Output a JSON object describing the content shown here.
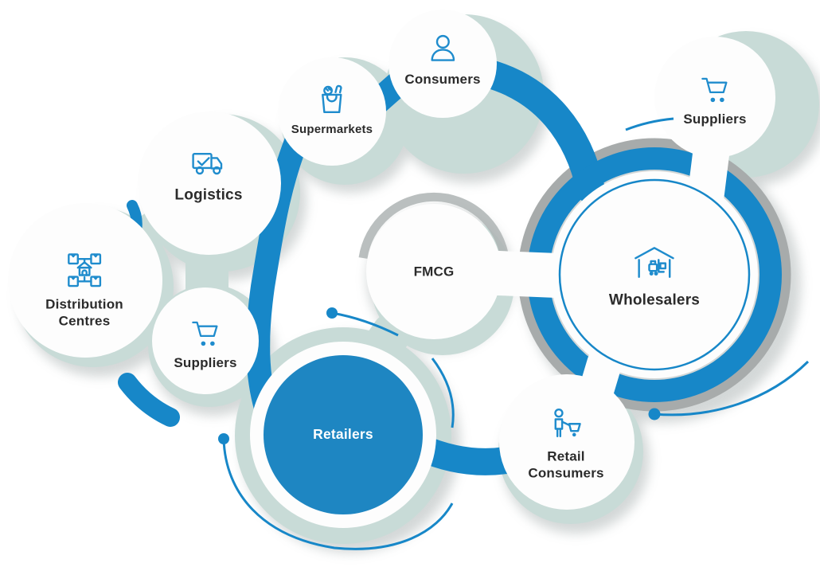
{
  "title": "FMCG supply chain network diagram",
  "colors": {
    "accent_blue": "#1787c8",
    "icon_blue": "#1f8ccd",
    "retailers_fill": "#1e86c2",
    "sage": "#c8dbd7",
    "ring_gray": "#a7abab",
    "text_dark": "#2b2b2b",
    "node_fill": "#fdfdfd",
    "background": "#ffffff"
  },
  "diagram": {
    "nodes": [
      {
        "id": "consumers",
        "label": "Consumers",
        "icon": "user-icon"
      },
      {
        "id": "supermarkets",
        "label": "Supermarkets",
        "icon": "shopping-bag-icon"
      },
      {
        "id": "logistics",
        "label": "Logistics",
        "icon": "delivery-truck-icon"
      },
      {
        "id": "distribution-centres",
        "label": "Distribution\nCentres",
        "icon": "distribution-network-icon"
      },
      {
        "id": "suppliers-left",
        "label": "Suppliers",
        "icon": "shopping-cart-icon"
      },
      {
        "id": "fmcg",
        "label": "FMCG",
        "icon": null
      },
      {
        "id": "retailers",
        "label": "Retailers",
        "icon": null
      },
      {
        "id": "wholesalers",
        "label": "Wholesalers",
        "icon": "warehouse-forklift-icon"
      },
      {
        "id": "suppliers-right",
        "label": "Suppliers",
        "icon": "shopping-cart-icon"
      },
      {
        "id": "retail-consumers",
        "label": "Retail\nConsumers",
        "icon": "person-cart-icon"
      }
    ],
    "links": [
      {
        "from": "consumers",
        "to": "supermarkets"
      },
      {
        "from": "consumers",
        "to": "wholesalers"
      },
      {
        "from": "supermarkets",
        "to": "logistics"
      },
      {
        "from": "logistics",
        "to": "suppliers-left"
      },
      {
        "from": "distribution-centres",
        "to": "logistics"
      },
      {
        "from": "distribution-centres",
        "to": "suppliers-left"
      },
      {
        "from": "suppliers-left",
        "to": "retailers"
      },
      {
        "from": "fmcg",
        "to": "retailers"
      },
      {
        "from": "fmcg",
        "to": "wholesalers"
      },
      {
        "from": "suppliers-right",
        "to": "wholesalers"
      },
      {
        "from": "wholesalers",
        "to": "retail-consumers"
      },
      {
        "from": "retailers",
        "to": "retail-consumers"
      }
    ]
  }
}
